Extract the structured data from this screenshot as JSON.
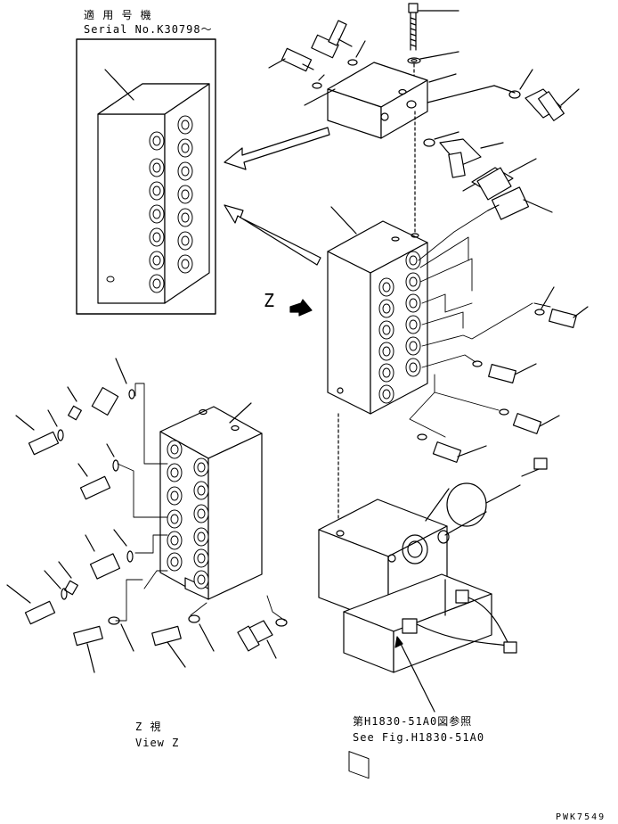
{
  "applicability": {
    "heading": "適 用 号 機",
    "serial": "Serial No.K30798～"
  },
  "view_marker": "Z",
  "view_caption": {
    "jp": "Z 視",
    "en": "View Z"
  },
  "reference": {
    "jp": "第H1830-51A0図参照",
    "en": "See Fig.H1830-51A0"
  },
  "drawing_code": "PWK7549"
}
